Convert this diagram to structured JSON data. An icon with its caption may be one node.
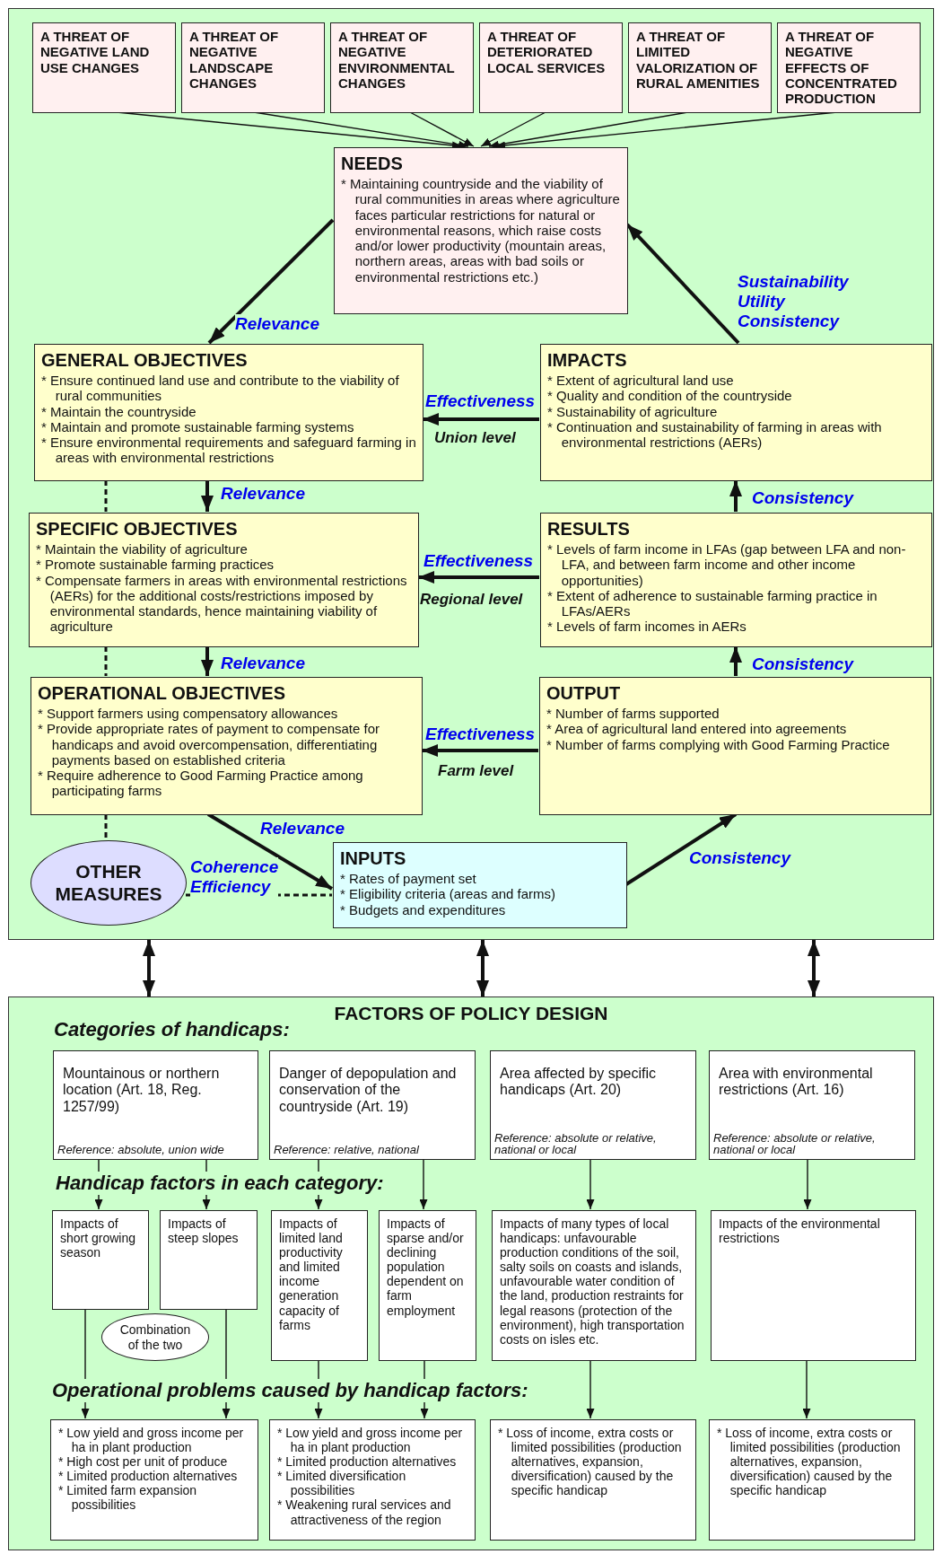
{
  "diagram": {
    "nodes": [
      {
        "text": [],
        "shape": "box"
      },
      {
        "text": [
          "A THREAT OF NEGATIVE LAND USE CHANGES"
        ],
        "in": 0
      },
      {
        "text": [
          "A THREAT OF NEGATIVE LANDSCAPE CHANGES"
        ],
        "in": 0
      },
      {
        "text": [
          "A THREAT OF NEGATIVE ENVIRONMENTAL CHANGES"
        ],
        "in": 0
      },
      {
        "text": [
          "A THREAT OF DETERIORATED LOCAL SERVICES"
        ],
        "in": 0
      },
      {
        "text": [
          "A THREAT OF LIMITED VALORIZATION OF RURAL AMENITIES"
        ],
        "in": 0
      },
      {
        "text": [
          "A THREAT OF NEGATIVE EFFECTS OF CONCENTRATED PRODUCTION"
        ],
        "in": 0
      },
      {
        "text": [
          "NEEDS",
          "* Maintaining countryside and the viability of rural communities in areas where agriculture faces particular restrictions for natural or environmental reasons, which raise costs and/or lower productivity (mountain areas, northern areas, areas with bad soils or environmental restrictions etc.)"
        ],
        "in": 0
      },
      {
        "text": [
          "GENERAL OBJECTIVES",
          "* Ensure continued land use and contribute to the viability of rural communities",
          "* Maintain the countryside",
          "* Maintain and promote sustainable farming systems",
          "* Ensure environmental requirements and safeguard farming in areas with environmental restrictions"
        ],
        "in": 0
      },
      {
        "text": [
          "IMPACTS",
          "* Extent of agricultural land use",
          "* Quality and condition of the countryside",
          "* Sustainability of agriculture",
          "* Continuation and sustainability of farming in areas with environmental restrictions (AERs)"
        ],
        "in": 0
      },
      {
        "text": [
          "SPECIFIC OBJECTIVES",
          "* Maintain the viability of agriculture",
          "* Promote sustainable farming practices",
          "* Compensate farmers in areas with environmental restrictions (AERs) for the additional costs/restrictions imposed by environmental standards, hence maintaining viability of agriculture"
        ],
        "in": 0
      },
      {
        "text": [
          "RESULTS",
          "* Levels of farm income in LFAs (gap between LFA and non-LFA, and between farm income and other income opportunities)",
          "* Extent of adherence to sustainable farming practice in LFAs/AERs",
          "* Levels of farm incomes in AERs"
        ],
        "in": 0
      },
      {
        "text": [
          "OPERATIONAL OBJECTIVES",
          "* Support farmers using compensatory allowances",
          "* Provide appropriate rates of payment to compensate for handicaps and avoid overcompensation, differentiating payments based on established criteria",
          "* Require adherence to Good Farming Practice among participating farms"
        ],
        "in": 0
      },
      {
        "text": [
          "OUTPUT",
          "* Number of farms supported",
          "* Area of agricultural land entered into agreements",
          "* Number of farms complying with Good Farming Practice"
        ],
        "in": 0
      },
      {
        "text": [
          "OTHER MEASURES"
        ],
        "in": 0
      },
      {
        "text": [
          "INPUTS",
          "* Rates of payment set",
          "* Eligibility criteria (areas and farms)",
          "* Budgets and expenditures"
        ],
        "in": 0
      },
      {
        "text": [
          "FACTORS OF POLICY DESIGN"
        ]
      },
      {
        "text": [
          "Mountainous or northern location (Art. 18, Reg. 1257/99)",
          "Reference: absolute, union wide"
        ],
        "in": 16
      },
      {
        "text": [
          "Danger of depopulation and conservation of the countryside (Art. 19)",
          "Reference: relative, national"
        ],
        "in": 16
      },
      {
        "text": [
          "Area affected by specific handicaps (Art. 20)",
          "Reference: absolute or relative, national or local"
        ],
        "in": 16
      },
      {
        "text": [
          "Area with environmental restrictions (Art. 16)",
          "Reference: absolute or relative, national or local"
        ],
        "in": 16
      },
      {
        "text": [
          "Impacts of short growing season"
        ],
        "in": 16
      },
      {
        "text": [
          "Impacts of steep slopes"
        ],
        "in": 16
      },
      {
        "text": [
          "Combination of the two"
        ],
        "in": 16
      },
      {
        "text": [
          "Impacts of limited land productivity and limited income generation capacity of farms"
        ],
        "in": 16
      },
      {
        "text": [
          "Impacts of sparse and/or declining population dependent on farm employment"
        ],
        "in": 16
      },
      {
        "text": [
          "Impacts of many types of local handicaps: unfavourable production conditions of the soil, salty soils on coasts and islands, unfavourable water condition of the land, production restraints for legal reasons (protection of the environment), high transportation costs on isles etc."
        ],
        "in": 16
      },
      {
        "text": [
          "Impacts of the environmental restrictions"
        ],
        "in": 16
      },
      {
        "text": [
          "* Low yield and gross income per ha in plant production",
          "* High cost per unit of produce",
          "* Limited production alternatives",
          "* Limited farm expansion possibilities"
        ],
        "in": 16
      },
      {
        "text": [
          "* Low yield and gross income per ha in plant production",
          "* Limited production alternatives",
          "* Limited diversification possibilities",
          "* Weakening rural services and attractiveness of the region"
        ],
        "in": 16
      },
      {
        "text": [
          "* Loss of income, extra costs or limited possibilities (production alternatives, expansion, diversification) caused by the specific handicap"
        ],
        "in": 16
      },
      {
        "text": [
          "* Loss of income, extra costs or limited possibilities (production alternatives, expansion, diversification) caused by the specific handicap"
        ],
        "in": 16
      }
    ],
    "edges": [
      {
        "from": 1,
        "to": 7,
        "arrow": "to"
      },
      {
        "from": 2,
        "to": 7,
        "arrow": "to"
      },
      {
        "from": 3,
        "to": 7,
        "arrow": "to"
      },
      {
        "from": 4,
        "to": 7,
        "arrow": "to"
      },
      {
        "from": 5,
        "to": 7,
        "arrow": "to"
      },
      {
        "from": 6,
        "to": 7,
        "arrow": "to"
      },
      {
        "from": 7,
        "to": 8,
        "arrow": "to",
        "label": "Relevance",
        "style": "thick"
      },
      {
        "from": 8,
        "to": 10,
        "arrow": "to",
        "label": "Relevance",
        "style": "thick"
      },
      {
        "from": 10,
        "to": 12,
        "arrow": "to",
        "label": "Relevance",
        "style": "thick"
      },
      {
        "from": 12,
        "to": 15,
        "arrow": "to",
        "label": "Relevance",
        "style": "thick"
      },
      {
        "from": 15,
        "to": 13,
        "arrow": "to",
        "label": "Consistency",
        "style": "thick"
      },
      {
        "from": 13,
        "to": 11,
        "arrow": "to",
        "label": "Consistency",
        "style": "thick"
      },
      {
        "from": 11,
        "to": 9,
        "arrow": "to",
        "label": "Consistency",
        "style": "thick"
      },
      {
        "from": 9,
        "to": 7,
        "arrow": "to",
        "label": "Sustainability Utility Consistency",
        "style": "thick"
      },
      {
        "from": 9,
        "to": 8,
        "arrow": "to",
        "label": "Effectiveness",
        "style": "thick"
      },
      {
        "from": 11,
        "to": 10,
        "arrow": "to",
        "label": "Effectiveness",
        "style": "thick"
      },
      {
        "from": 13,
        "to": 12,
        "arrow": "to",
        "label": "Effectiveness",
        "style": "thick"
      },
      {
        "from": 8,
        "to": 10,
        "arrow": "none",
        "style": "dashed"
      },
      {
        "from": 10,
        "to": 12,
        "arrow": "none",
        "style": "dashed"
      },
      {
        "from": 12,
        "to": 14,
        "arrow": "none",
        "style": "dashed"
      },
      {
        "from": 14,
        "to": 15,
        "arrow": "none",
        "label": "Coherence Efficiency",
        "style": "dashed"
      },
      {
        "from": 0,
        "to": 16,
        "arrow": "both",
        "style": "thick"
      },
      {
        "from": 0,
        "to": 16,
        "arrow": "both",
        "style": "thick"
      },
      {
        "from": 0,
        "to": 16,
        "arrow": "both",
        "style": "thick"
      },
      {
        "from": 17,
        "to": 21,
        "arrow": "to"
      },
      {
        "from": 17,
        "to": 22,
        "arrow": "to"
      },
      {
        "from": 18,
        "to": 24,
        "arrow": "to"
      },
      {
        "from": 18,
        "to": 25,
        "arrow": "to"
      },
      {
        "from": 19,
        "to": 26,
        "arrow": "to"
      },
      {
        "from": 20,
        "to": 27,
        "arrow": "to"
      },
      {
        "from": 21,
        "to": 28,
        "arrow": "to"
      },
      {
        "from": 22,
        "to": 28,
        "arrow": "to"
      },
      {
        "from": 24,
        "to": 29,
        "arrow": "to"
      },
      {
        "from": 25,
        "to": 29,
        "arrow": "to"
      },
      {
        "from": 26,
        "to": 30,
        "arrow": "to"
      },
      {
        "from": 27,
        "to": 31,
        "arrow": "to"
      }
    ],
    "labels": [
      "Union level",
      "Regional level",
      "Farm level",
      "Categories of handicaps:",
      "Handicap factors in each category:",
      "Operational problems caused by handicap factors:"
    ]
  }
}
